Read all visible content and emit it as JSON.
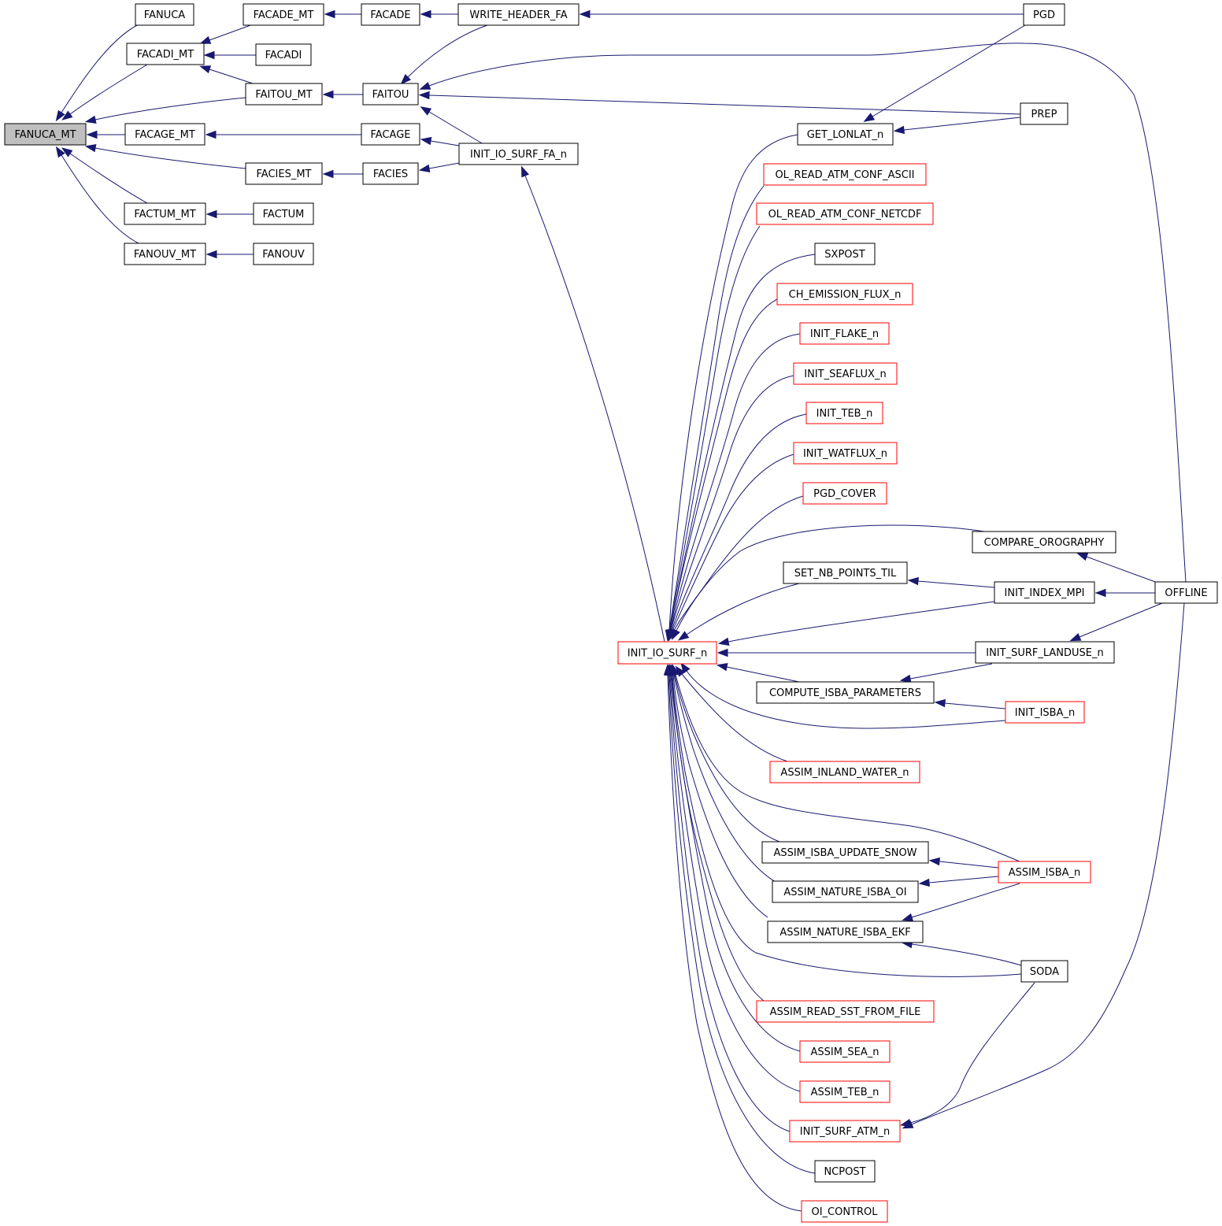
{
  "graph": {
    "colors": {
      "edge": "#191970",
      "box": "#000000",
      "box_incomplete": "#ff0000",
      "focus_fill": "#bfbfbf"
    },
    "nodes": [
      {
        "id": "FANUCA_MT",
        "label": "FANUCA_MT",
        "style": "focus"
      },
      {
        "id": "FANUCA",
        "label": "FANUCA",
        "style": "black"
      },
      {
        "id": "FACADI_MT",
        "label": "FACADI_MT",
        "style": "black"
      },
      {
        "id": "FAITOU_MT",
        "label": "FAITOU_MT",
        "style": "black"
      },
      {
        "id": "FACAGE_MT",
        "label": "FACAGE_MT",
        "style": "black"
      },
      {
        "id": "FACIES_MT",
        "label": "FACIES_MT",
        "style": "black"
      },
      {
        "id": "FACTUM_MT",
        "label": "FACTUM_MT",
        "style": "black"
      },
      {
        "id": "FANOUV_MT",
        "label": "FANOUV_MT",
        "style": "black"
      },
      {
        "id": "FACADE_MT",
        "label": "FACADE_MT",
        "style": "black"
      },
      {
        "id": "FACADI",
        "label": "FACADI",
        "style": "black"
      },
      {
        "id": "FACTUM",
        "label": "FACTUM",
        "style": "black"
      },
      {
        "id": "FANOUV",
        "label": "FANOUV",
        "style": "black"
      },
      {
        "id": "FACADE",
        "label": "FACADE",
        "style": "black"
      },
      {
        "id": "FAITOU",
        "label": "FAITOU",
        "style": "black"
      },
      {
        "id": "FACAGE",
        "label": "FACAGE",
        "style": "black"
      },
      {
        "id": "FACIES",
        "label": "FACIES",
        "style": "black"
      },
      {
        "id": "WRITE_HEADER_FA",
        "label": "WRITE_HEADER_FA",
        "style": "black"
      },
      {
        "id": "INIT_IO_SURF_FA_n",
        "label": "INIT_IO_SURF_FA_n",
        "style": "black"
      },
      {
        "id": "INIT_IO_SURF_n",
        "label": "INIT_IO_SURF_n",
        "style": "red"
      },
      {
        "id": "GET_LONLAT_n",
        "label": "GET_LONLAT_n",
        "style": "black"
      },
      {
        "id": "OL_READ_ATM_CONF_ASCII",
        "label": "OL_READ_ATM_CONF_ASCII",
        "style": "red"
      },
      {
        "id": "OL_READ_ATM_CONF_NETCDF",
        "label": "OL_READ_ATM_CONF_NETCDF",
        "style": "red"
      },
      {
        "id": "SXPOST",
        "label": "SXPOST",
        "style": "black"
      },
      {
        "id": "CH_EMISSION_FLUX_n",
        "label": "CH_EMISSION_FLUX_n",
        "style": "red"
      },
      {
        "id": "INIT_FLAKE_n",
        "label": "INIT_FLAKE_n",
        "style": "red"
      },
      {
        "id": "INIT_SEAFLUX_n",
        "label": "INIT_SEAFLUX_n",
        "style": "red"
      },
      {
        "id": "INIT_TEB_n",
        "label": "INIT_TEB_n",
        "style": "red"
      },
      {
        "id": "INIT_WATFLUX_n",
        "label": "INIT_WATFLUX_n",
        "style": "red"
      },
      {
        "id": "PGD_COVER",
        "label": "PGD_COVER",
        "style": "red"
      },
      {
        "id": "SET_NB_POINTS_TIL",
        "label": "SET_NB_POINTS_TIL",
        "style": "black"
      },
      {
        "id": "COMPUTE_ISBA_PARAMETERS",
        "label": "COMPUTE_ISBA_PARAMETERS",
        "style": "black"
      },
      {
        "id": "ASSIM_INLAND_WATER_n",
        "label": "ASSIM_INLAND_WATER_n",
        "style": "red"
      },
      {
        "id": "ASSIM_ISBA_UPDATE_SNOW",
        "label": "ASSIM_ISBA_UPDATE_SNOW",
        "style": "black"
      },
      {
        "id": "ASSIM_NATURE_ISBA_OI",
        "label": "ASSIM_NATURE_ISBA_OI",
        "style": "black"
      },
      {
        "id": "ASSIM_NATURE_ISBA_EKF",
        "label": "ASSIM_NATURE_ISBA_EKF",
        "style": "black"
      },
      {
        "id": "ASSIM_READ_SST_FROM_FILE",
        "label": "ASSIM_READ_SST_FROM_FILE",
        "style": "red"
      },
      {
        "id": "ASSIM_SEA_n",
        "label": "ASSIM_SEA_n",
        "style": "red"
      },
      {
        "id": "ASSIM_TEB_n",
        "label": "ASSIM_TEB_n",
        "style": "red"
      },
      {
        "id": "INIT_SURF_ATM_n",
        "label": "INIT_SURF_ATM_n",
        "style": "red"
      },
      {
        "id": "NCPOST",
        "label": "NCPOST",
        "style": "black"
      },
      {
        "id": "OI_CONTROL",
        "label": "OI_CONTROL",
        "style": "red"
      },
      {
        "id": "PGD",
        "label": "PGD",
        "style": "black"
      },
      {
        "id": "PREP",
        "label": "PREP",
        "style": "black"
      },
      {
        "id": "COMPARE_OROGRAPHY",
        "label": "COMPARE_OROGRAPHY",
        "style": "black"
      },
      {
        "id": "INIT_INDEX_MPI",
        "label": "INIT_INDEX_MPI",
        "style": "black"
      },
      {
        "id": "INIT_SURF_LANDUSE_n",
        "label": "INIT_SURF_LANDUSE_n",
        "style": "black"
      },
      {
        "id": "INIT_ISBA_n",
        "label": "INIT_ISBA_n",
        "style": "red"
      },
      {
        "id": "ASSIM_ISBA_n",
        "label": "ASSIM_ISBA_n",
        "style": "red"
      },
      {
        "id": "SODA",
        "label": "SODA",
        "style": "black"
      },
      {
        "id": "OFFLINE",
        "label": "OFFLINE",
        "style": "black"
      }
    ],
    "edges": [
      {
        "caller": "FANUCA",
        "callee": "FANUCA_MT"
      },
      {
        "caller": "FACADI_MT",
        "callee": "FANUCA_MT"
      },
      {
        "caller": "FAITOU_MT",
        "callee": "FANUCA_MT"
      },
      {
        "caller": "FACAGE_MT",
        "callee": "FANUCA_MT"
      },
      {
        "caller": "FACIES_MT",
        "callee": "FANUCA_MT"
      },
      {
        "caller": "FACTUM_MT",
        "callee": "FANUCA_MT"
      },
      {
        "caller": "FANOUV_MT",
        "callee": "FANUCA_MT"
      },
      {
        "caller": "FACADE_MT",
        "callee": "FACADI_MT"
      },
      {
        "caller": "FACADI",
        "callee": "FACADI_MT"
      },
      {
        "caller": "FAITOU_MT",
        "callee": "FACADI_MT"
      },
      {
        "caller": "FACADE",
        "callee": "FACADE_MT"
      },
      {
        "caller": "WRITE_HEADER_FA",
        "callee": "FACADE"
      },
      {
        "caller": "PGD",
        "callee": "WRITE_HEADER_FA"
      },
      {
        "caller": "FAITOU",
        "callee": "FAITOU_MT"
      },
      {
        "caller": "WRITE_HEADER_FA",
        "callee": "FAITOU"
      },
      {
        "caller": "OFFLINE",
        "callee": "FAITOU"
      },
      {
        "caller": "PREP",
        "callee": "FAITOU"
      },
      {
        "caller": "INIT_IO_SURF_FA_n",
        "callee": "FAITOU"
      },
      {
        "caller": "FACAGE",
        "callee": "FACAGE_MT"
      },
      {
        "caller": "INIT_IO_SURF_FA_n",
        "callee": "FACAGE"
      },
      {
        "caller": "FACIES",
        "callee": "FACIES_MT"
      },
      {
        "caller": "INIT_IO_SURF_FA_n",
        "callee": "FACIES"
      },
      {
        "caller": "FACTUM",
        "callee": "FACTUM_MT"
      },
      {
        "caller": "FANOUV",
        "callee": "FANOUV_MT"
      },
      {
        "caller": "INIT_IO_SURF_n",
        "callee": "INIT_IO_SURF_FA_n"
      },
      {
        "caller": "PGD",
        "callee": "GET_LONLAT_n"
      },
      {
        "caller": "PREP",
        "callee": "GET_LONLAT_n"
      },
      {
        "caller": "GET_LONLAT_n",
        "callee": "INIT_IO_SURF_n"
      },
      {
        "caller": "OL_READ_ATM_CONF_ASCII",
        "callee": "INIT_IO_SURF_n"
      },
      {
        "caller": "OL_READ_ATM_CONF_NETCDF",
        "callee": "INIT_IO_SURF_n"
      },
      {
        "caller": "SXPOST",
        "callee": "INIT_IO_SURF_n"
      },
      {
        "caller": "CH_EMISSION_FLUX_n",
        "callee": "INIT_IO_SURF_n"
      },
      {
        "caller": "INIT_FLAKE_n",
        "callee": "INIT_IO_SURF_n"
      },
      {
        "caller": "INIT_SEAFLUX_n",
        "callee": "INIT_IO_SURF_n"
      },
      {
        "caller": "INIT_TEB_n",
        "callee": "INIT_IO_SURF_n"
      },
      {
        "caller": "INIT_WATFLUX_n",
        "callee": "INIT_IO_SURF_n"
      },
      {
        "caller": "PGD_COVER",
        "callee": "INIT_IO_SURF_n"
      },
      {
        "caller": "COMPARE_OROGRAPHY",
        "callee": "INIT_IO_SURF_n"
      },
      {
        "caller": "SET_NB_POINTS_TIL",
        "callee": "INIT_IO_SURF_n"
      },
      {
        "caller": "INIT_INDEX_MPI",
        "callee": "INIT_IO_SURF_n"
      },
      {
        "caller": "INIT_SURF_LANDUSE_n",
        "callee": "INIT_IO_SURF_n"
      },
      {
        "caller": "COMPUTE_ISBA_PARAMETERS",
        "callee": "INIT_IO_SURF_n"
      },
      {
        "caller": "INIT_ISBA_n",
        "callee": "INIT_IO_SURF_n"
      },
      {
        "caller": "ASSIM_INLAND_WATER_n",
        "callee": "INIT_IO_SURF_n"
      },
      {
        "caller": "ASSIM_ISBA_n",
        "callee": "INIT_IO_SURF_n"
      },
      {
        "caller": "ASSIM_ISBA_UPDATE_SNOW",
        "callee": "INIT_IO_SURF_n"
      },
      {
        "caller": "ASSIM_NATURE_ISBA_OI",
        "callee": "INIT_IO_SURF_n"
      },
      {
        "caller": "ASSIM_NATURE_ISBA_EKF",
        "callee": "INIT_IO_SURF_n"
      },
      {
        "caller": "SODA",
        "callee": "INIT_IO_SURF_n"
      },
      {
        "caller": "ASSIM_READ_SST_FROM_FILE",
        "callee": "INIT_IO_SURF_n"
      },
      {
        "caller": "ASSIM_SEA_n",
        "callee": "INIT_IO_SURF_n"
      },
      {
        "caller": "ASSIM_TEB_n",
        "callee": "INIT_IO_SURF_n"
      },
      {
        "caller": "INIT_SURF_ATM_n",
        "callee": "INIT_IO_SURF_n"
      },
      {
        "caller": "NCPOST",
        "callee": "INIT_IO_SURF_n"
      },
      {
        "caller": "OI_CONTROL",
        "callee": "INIT_IO_SURF_n"
      },
      {
        "caller": "OFFLINE",
        "callee": "COMPARE_OROGRAPHY"
      },
      {
        "caller": "INIT_INDEX_MPI",
        "callee": "SET_NB_POINTS_TIL"
      },
      {
        "caller": "OFFLINE",
        "callee": "INIT_INDEX_MPI"
      },
      {
        "caller": "OFFLINE",
        "callee": "INIT_SURF_LANDUSE_n"
      },
      {
        "caller": "INIT_SURF_LANDUSE_n",
        "callee": "COMPUTE_ISBA_PARAMETERS"
      },
      {
        "caller": "INIT_ISBA_n",
        "callee": "COMPUTE_ISBA_PARAMETERS"
      },
      {
        "caller": "ASSIM_ISBA_n",
        "callee": "ASSIM_ISBA_UPDATE_SNOW"
      },
      {
        "caller": "ASSIM_ISBA_n",
        "callee": "ASSIM_NATURE_ISBA_OI"
      },
      {
        "caller": "ASSIM_ISBA_n",
        "callee": "ASSIM_NATURE_ISBA_EKF"
      },
      {
        "caller": "SODA",
        "callee": "ASSIM_NATURE_ISBA_EKF"
      },
      {
        "caller": "SODA",
        "callee": "INIT_SURF_ATM_n"
      },
      {
        "caller": "OFFLINE",
        "callee": "INIT_SURF_ATM_n"
      }
    ]
  }
}
